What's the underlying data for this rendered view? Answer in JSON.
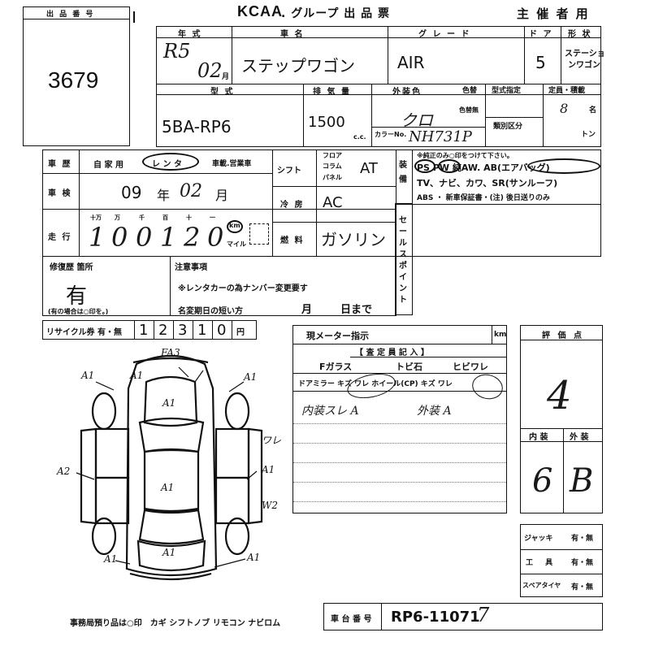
{
  "header": {
    "lot_label": "出 品 番 号",
    "lot_number": "3679",
    "org": "KCAA",
    "org_suffix": ". グループ 出 品 票",
    "organizer": "主 催 者 用"
  },
  "row1": {
    "year_label": "年 式",
    "name_label": "車 名",
    "grade_label": "グ レ ー ド",
    "door_label": "ド ア",
    "body_label": "形 状",
    "era": "R5",
    "month": "02",
    "month_unit": "月",
    "car_name": "ステップワゴン",
    "grade": "AIR",
    "doors": "5",
    "body_line1": "ステーショ",
    "body_line2": "ンワゴン"
  },
  "row2": {
    "model_label": "型 式",
    "disp_label": "排 気 量",
    "color_label": "外装色",
    "color_code_label": "色替",
    "model_designation_label": "型式指定",
    "capacity_label": "定員・積載",
    "model": "5BA-RP6",
    "displacement": "1500",
    "cc_unit": "c.c.",
    "color": "クロ",
    "color_change_label": "色替無",
    "class_label": "類別区分",
    "color_no_label": "カラーNo.",
    "color_no": "NH731P",
    "capacity": "8",
    "capacity_unit": "名",
    "ton_unit": "トン"
  },
  "history": {
    "label": "車 歴",
    "private": "自 家 用",
    "rental": "レ ン タ",
    "business": "車載.営業車"
  },
  "shaken": {
    "label": "車 検",
    "year": "09",
    "year_unit": "年",
    "month": "02",
    "month_unit": "月"
  },
  "mileage": {
    "label": "走 行",
    "headers": [
      "十万",
      "万",
      "千",
      "百",
      "十",
      "一"
    ],
    "digits": [
      "1",
      "0",
      "0",
      "1",
      "2",
      "0"
    ],
    "km_label": "km",
    "mile_label": "マイル"
  },
  "shift": {
    "label": "シフト",
    "floor": "フロア",
    "column": "コラム",
    "panel": "パネル",
    "value": "AT"
  },
  "ac": {
    "label": "冷 房",
    "value": "AC"
  },
  "fuel": {
    "label": "燃 料",
    "value": "ガソリン"
  },
  "equipment": {
    "label": "装 備",
    "note": "※純正のみ○印をつけて下さい。",
    "line1": "PS PW 純AW. AB(エアバッグ)",
    "line2": "TV、ナビ、カワ、SR(サンルーフ)",
    "line3": "ABS ・ 新車保証書・(注) 後日送りのみ"
  },
  "sale_point": {
    "label": "セールスポイント"
  },
  "repair": {
    "label": "修復歴 箇所",
    "value": "有",
    "note": "(有の場合は○印を。)"
  },
  "notes": {
    "label": "注意事項",
    "line1": "※レンタカーの為ナンバー変更要す",
    "line2": "名変期日の短い方",
    "month_unit": "月",
    "day_unit": "日まで"
  },
  "recycle": {
    "label": "リサイクル券 有・無",
    "digits": [
      "1",
      "2",
      "3",
      "1",
      "0"
    ],
    "yen": "円"
  },
  "meter": {
    "label": "現メーター指示",
    "km": "km"
  },
  "inspector": {
    "header": "【 査 定 員 記 入 】",
    "f_glass": "Fガラス",
    "chip": "トビ石",
    "crack": "ヒビワレ",
    "mirror_line": "ドアミラー キズ ワレ ホイール(CP) キズ ワレ",
    "interior_note": "内装スレ A",
    "exterior_note": "外装 A"
  },
  "score": {
    "label": "評 価 点",
    "value": "4",
    "interior_label": "内 装",
    "exterior_label": "外 装",
    "interior": "6",
    "exterior": "B"
  },
  "extras": {
    "jack": "ジャッキ",
    "tools": "工 具",
    "spare": "スペアタイヤ",
    "yesno": "有・無"
  },
  "chassis": {
    "label": "車 台 番 号",
    "value": "RP6-11071",
    "hand_suffix": "7"
  },
  "bottom_note": "事務局預り品は○印　カギ シフトノブ リモコン ナビロム",
  "diagram": {
    "marks": [
      "A1",
      "A1",
      "A1",
      "A1",
      "A1",
      "A1",
      "A1",
      "A2",
      "A1",
      "W2",
      "ワレ",
      "FA3",
      "A1"
    ]
  }
}
